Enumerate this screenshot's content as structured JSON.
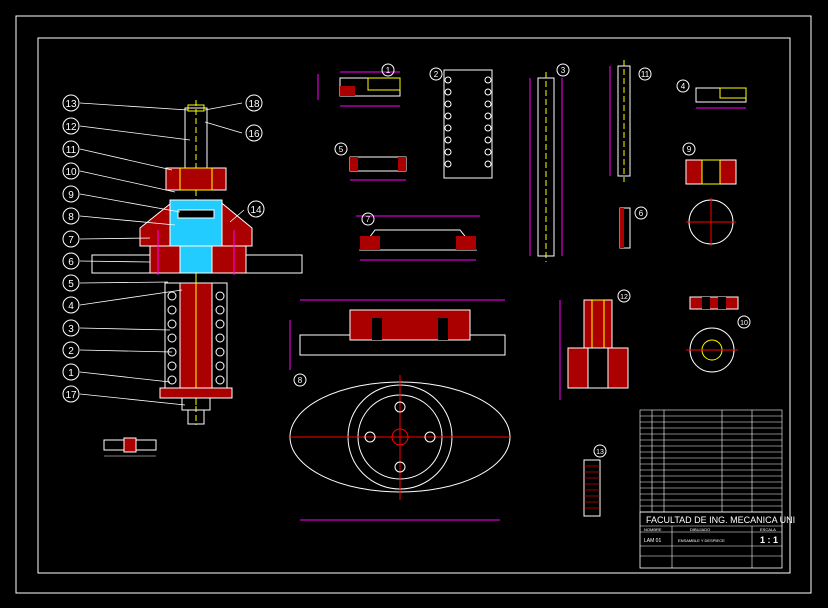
{
  "title_block": {
    "faculty": "FACULTAD DE ING. MECANICA UNI",
    "left_header": "NOMBRE",
    "mid_header": "DIBUJADO",
    "right_header": "ESCALA",
    "drawing_title": "ENSAMBLE Y DESPIECE",
    "scale": "1 : 1",
    "sheet_code": "LAM 01"
  },
  "balloons": [
    "13",
    "12",
    "11",
    "10",
    "9",
    "8",
    "7",
    "6",
    "5",
    "4",
    "3",
    "2",
    "1",
    "17",
    "18",
    "16",
    "14"
  ],
  "part_ids": [
    "1",
    "2",
    "3",
    "4",
    "5",
    "6",
    "7",
    "8",
    "9",
    "10",
    "11",
    "12",
    "13"
  ],
  "parts_list_rows": 17
}
